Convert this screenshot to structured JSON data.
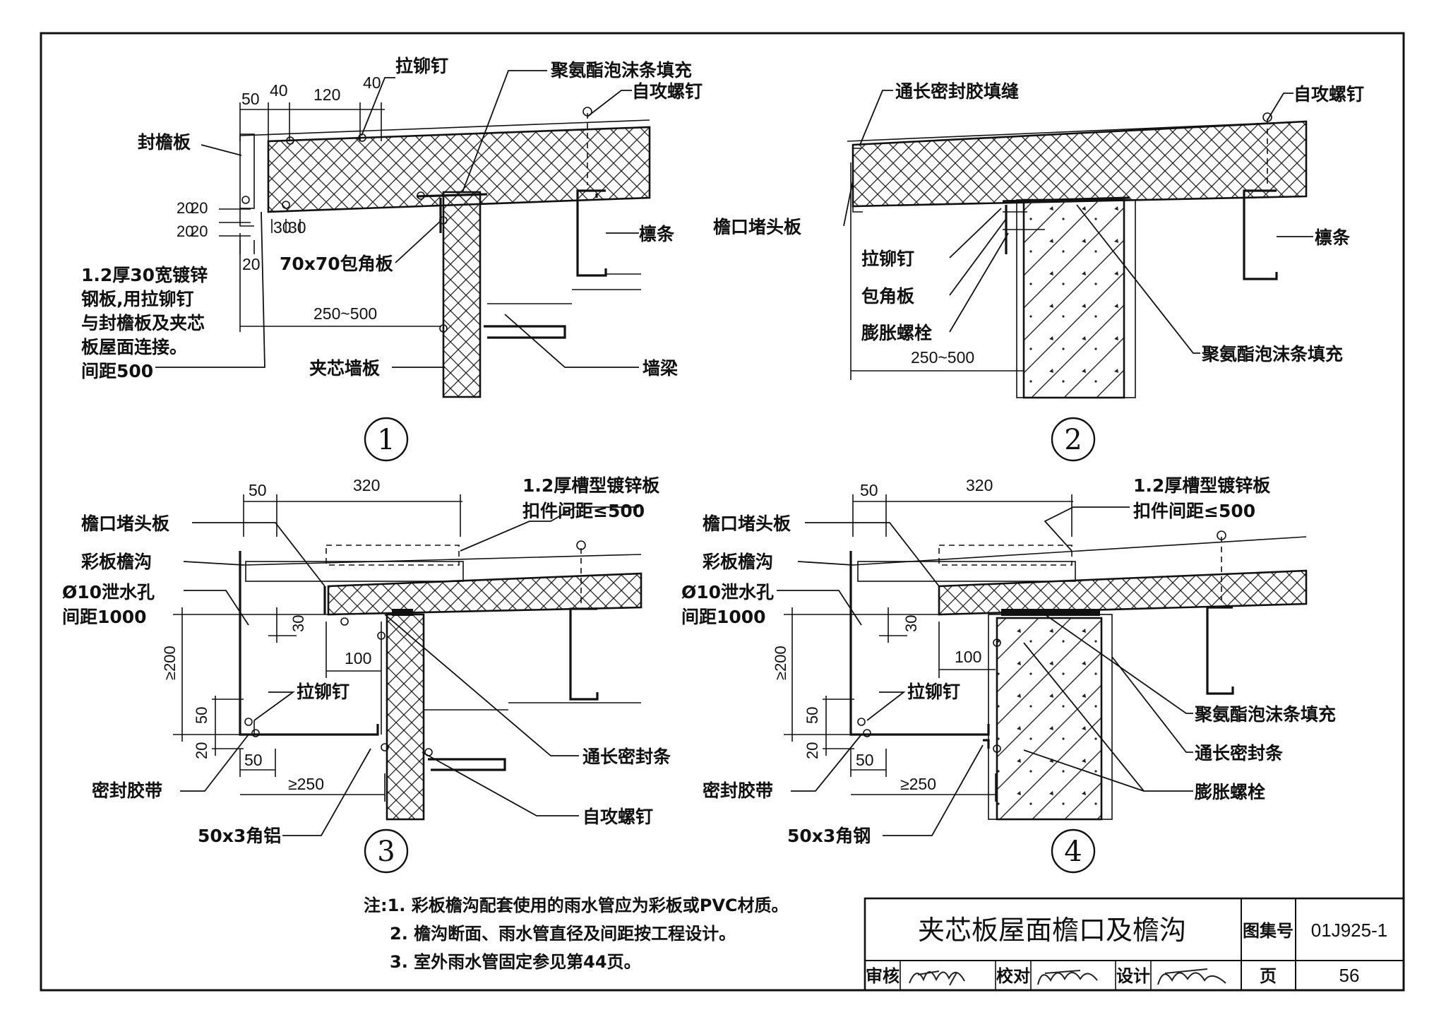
{
  "drawing": {
    "details": [
      {
        "number": "1",
        "labels": {
          "rivet": "拉铆钉",
          "foam_fill": "聚氨酯泡沫条填充",
          "screw": "自攻螺钉",
          "eave_board": "封檐板",
          "purlin": "檩条",
          "corner_plate": "70x70包角板",
          "steel_strip_1": "1.2厚30宽镀锌",
          "steel_strip_2": "钢板,用拉铆钉",
          "steel_strip_3": "与封檐板及夹芯",
          "steel_strip_4": "板屋面连接。",
          "steel_strip_5": "间距500",
          "wall_panel": "夹芯墙板",
          "wall_beam": "墙梁"
        },
        "dims": {
          "d50": "50",
          "d40a": "40",
          "d120": "120",
          "d40b": "40",
          "d20a": "20",
          "d20b": "20",
          "d20c": "20",
          "d20d": "20",
          "d30a": "30",
          "d30b": "30",
          "span": "250~500"
        }
      },
      {
        "number": "2",
        "labels": {
          "sealant": "通长密封胶填缝",
          "screw": "自攻螺钉",
          "eave_block": "檐口堵头板",
          "purlin": "檩条",
          "rivet": "拉铆钉",
          "corner_plate": "包角板",
          "anchor_bolt": "膨胀螺栓",
          "foam_fill": "聚氨酯泡沫条填充"
        },
        "dims": {
          "span": "250~500"
        }
      },
      {
        "number": "3",
        "labels": {
          "eave_block": "檐口堵头板",
          "gutter": "彩板檐沟",
          "drain_hole": "Ø10泄水孔",
          "drain_spacing": "间距1000",
          "channel_plate": "1.2厚槽型镀锌板",
          "clip_spacing": "扣件间距≤500",
          "rivet": "拉铆钉",
          "seal_tape": "密封胶带",
          "seal_strip": "通长密封条",
          "screw": "自攻螺钉",
          "angle": "50x3角铝"
        },
        "dims": {
          "d50a": "50",
          "d320": "320",
          "d30": "30",
          "d100": "100",
          "d200": "≥200",
          "d50b": "50",
          "d20": "20",
          "d50c": "50",
          "d250": "≥250"
        }
      },
      {
        "number": "4",
        "labels": {
          "eave_block": "檐口堵头板",
          "gutter": "彩板檐沟",
          "drain_hole": "Ø10泄水孔",
          "drain_spacing": "间距1000",
          "channel_plate": "1.2厚槽型镀锌板",
          "clip_spacing": "扣件间距≤500",
          "rivet": "拉铆钉",
          "seal_tape": "密封胶带",
          "foam_fill": "聚氨酯泡沫条填充",
          "seal_strip": "通长密封条",
          "anchor_bolt": "膨胀螺栓",
          "angle": "50x3角钢"
        },
        "dims": {
          "d50a": "50",
          "d320": "320",
          "d30": "30",
          "d100": "100",
          "d200": "≥200",
          "d50b": "50",
          "d20": "20",
          "d50c": "50",
          "d250": "≥250"
        }
      }
    ]
  },
  "notes": [
    "注:1. 彩板檐沟配套使用的雨水管应为彩板或PVC材质。",
    "2. 檐沟断面、雨水管直径及间距按工程设计。",
    "3. 室外雨水管固定参见第44页。"
  ],
  "title_block": {
    "title": "夹芯板屋面檐口及檐沟",
    "atlas_label": "图集号",
    "atlas_no": "01J925-1",
    "review_label": "审核",
    "check_label": "校对",
    "design_label": "设计",
    "page_label": "页",
    "page_no": "56"
  }
}
